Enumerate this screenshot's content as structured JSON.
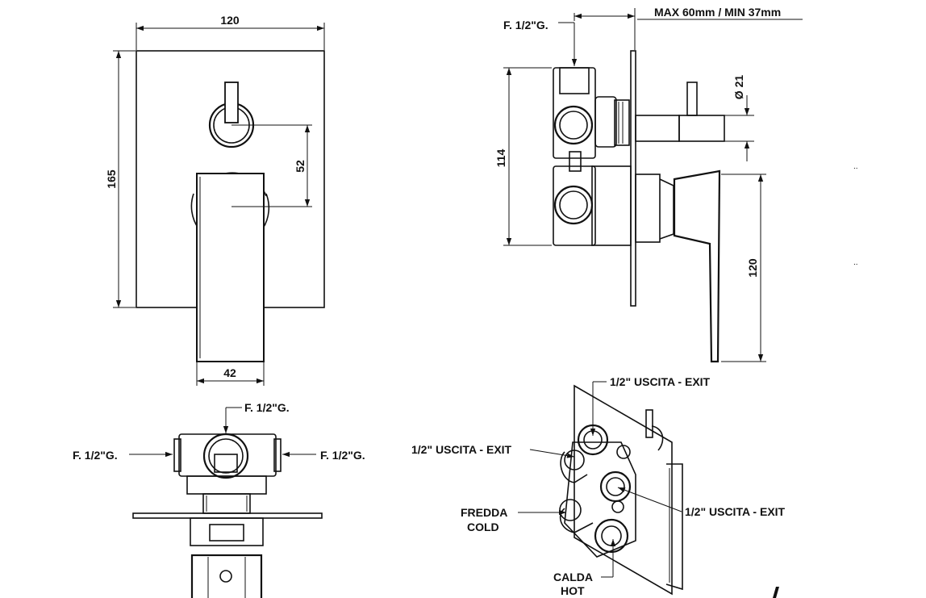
{
  "front_view": {
    "width": "120",
    "height": "165",
    "axis_distance": "52",
    "handle_width": "42"
  },
  "side_view": {
    "inlet": "F. 1/2\"G.",
    "wall_depth": "MAX 60mm / MIN 37mm",
    "diameter": "Ø 21",
    "body_height": "114",
    "handle_height": "120"
  },
  "top_view": {
    "inlet_top": "F. 1/2\"G.",
    "inlet_left": "F. 1/2\"G.",
    "inlet_right": "F. 1/2\"G."
  },
  "iso_view": {
    "exit_top": "1/2\" USCITA - EXIT",
    "exit_left": "1/2\" USCITA - EXIT",
    "exit_right": "1/2\" USCITA - EXIT",
    "cold_it": "FREDDA",
    "cold_en": "COLD",
    "hot_it": "CALDA",
    "hot_en": "HOT"
  },
  "marks": {
    "dots_1": "..",
    "dots_2": ".."
  }
}
